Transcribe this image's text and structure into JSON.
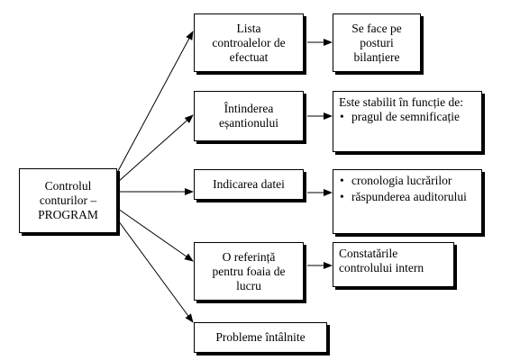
{
  "root": {
    "lines": [
      "Controlul",
      "conturilor –",
      "PROGRAM"
    ]
  },
  "branches": [
    {
      "lines": [
        "Lista",
        "controalelor de",
        "efectuat"
      ],
      "detail": {
        "lines": [
          "Se face pe",
          "posturi",
          "bilanțiere"
        ]
      }
    },
    {
      "lines": [
        "Întinderea",
        "eșantionului"
      ],
      "detail": {
        "heading": "Este stabilit în funcție de:",
        "bullets": [
          "pragul de semnificație"
        ]
      }
    },
    {
      "lines": [
        "Indicarea datei"
      ],
      "detail": {
        "bullets": [
          "cronologia lucrărilor",
          "răspunderea auditorului"
        ]
      }
    },
    {
      "lines": [
        "O referință",
        "pentru foaia de",
        "lucru"
      ],
      "detail": {
        "text": "Constatările controlului intern"
      }
    },
    {
      "lines": [
        "Probleme întâlnite"
      ]
    }
  ],
  "colors": {
    "border": "#000000",
    "background": "#ffffff",
    "text": "#000000"
  }
}
